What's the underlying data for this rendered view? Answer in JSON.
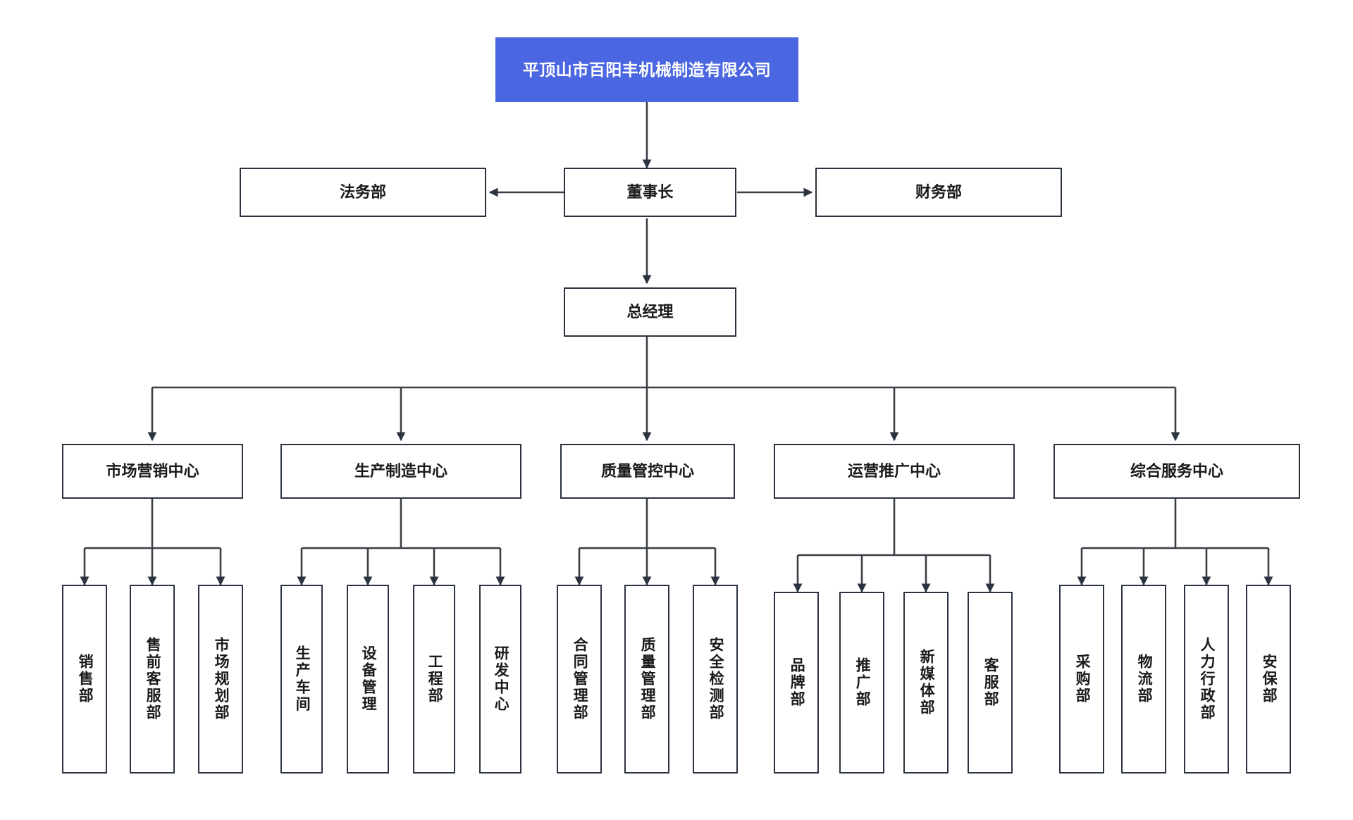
{
  "chart": {
    "type": "org-chart",
    "title": "平顶山市百阳丰机械制造有限公司",
    "accent_color": "#4a66e0",
    "box_border_color": "#2b3340",
    "background_color": "#ffffff",
    "connector_color": "#3a3f46"
  },
  "root": {
    "label": "平顶山市百阳丰机械制造有限公司"
  },
  "executive": {
    "chairman": "董事长",
    "legal": "法务部",
    "finance": "财务部",
    "general_manager": "总经理"
  },
  "centers": [
    {
      "label": "市场营销中心",
      "children": [
        "销售部",
        "售前客服部",
        "市场规划部"
      ]
    },
    {
      "label": "生产制造中心",
      "children": [
        "生产车间",
        "设备管理",
        "工程部",
        "研发中心"
      ]
    },
    {
      "label": "质量管控中心",
      "children": [
        "合同管理部",
        "质量管理部",
        "安全检测部"
      ]
    },
    {
      "label": "运营推广中心",
      "children": [
        "品牌部",
        "推广部",
        "新媒体部",
        "客服部"
      ]
    },
    {
      "label": "综合服务中心",
      "children": [
        "采购部",
        "物流部",
        "人力行政部",
        "安保部"
      ]
    }
  ]
}
